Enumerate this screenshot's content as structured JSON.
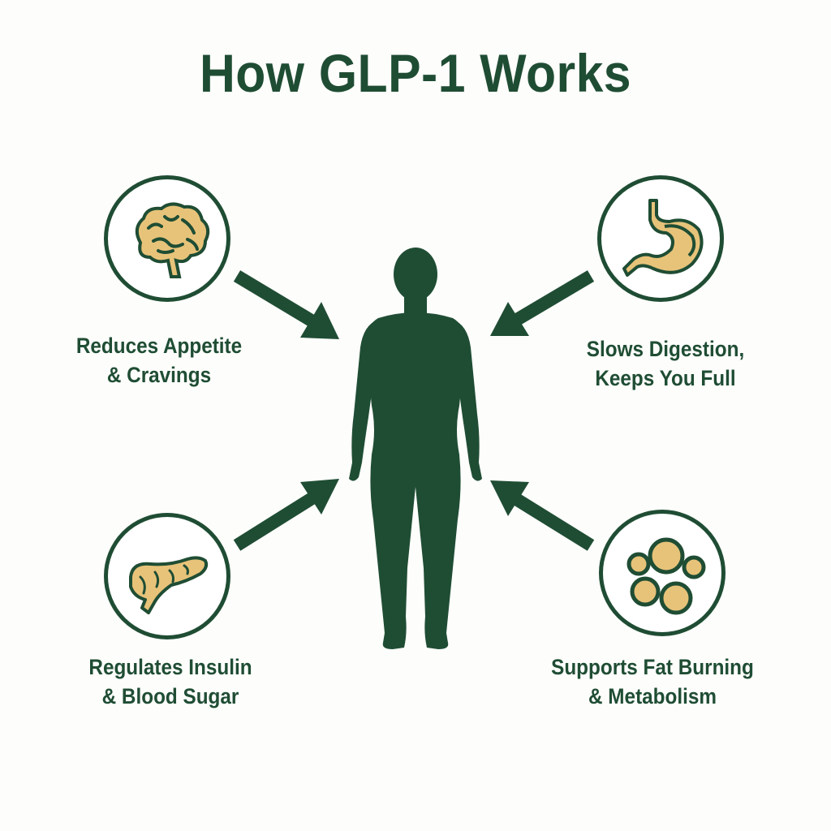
{
  "title": "How GLP-1 Works",
  "colors": {
    "primary_green": "#1f4d34",
    "accent_gold": "#e7c37a",
    "background": "#fdfdfb"
  },
  "benefits": [
    {
      "icon": "brain-icon",
      "line1": "Reduces Appetite",
      "line2": "& Cravings"
    },
    {
      "icon": "stomach-icon",
      "line1": "Slows Digestion,",
      "line2": "Keeps You Full"
    },
    {
      "icon": "pancreas-icon",
      "line1": "Regulates Insulin",
      "line2": "& Blood Sugar"
    },
    {
      "icon": "fat-cells-icon",
      "line1": "Supports Fat Burning",
      "line2": "& Metabolism"
    }
  ],
  "center_figure": "human-body-silhouette"
}
